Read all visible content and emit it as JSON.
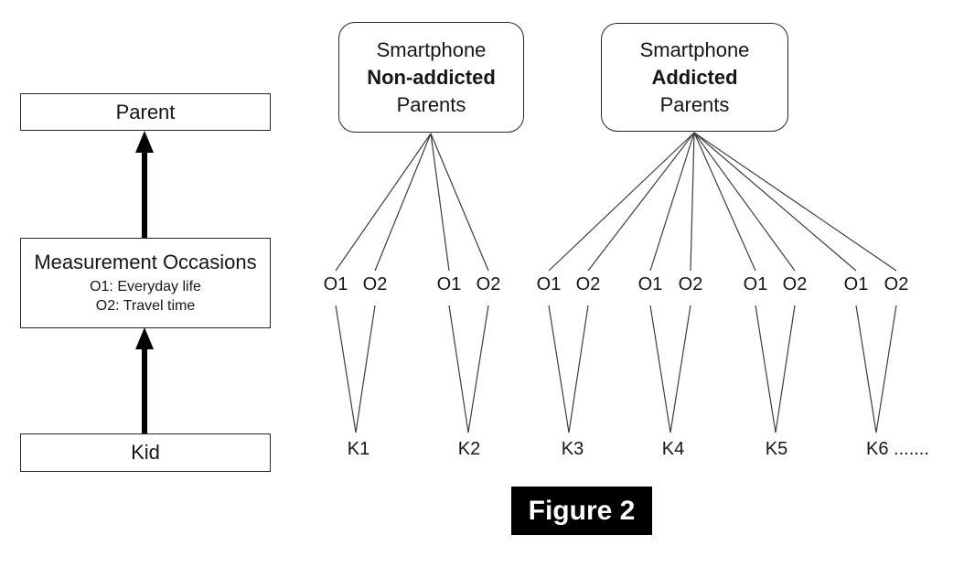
{
  "caption": "Figure 2",
  "left_flow": {
    "parent": "Parent",
    "measurement_title": "Measurement Occasions",
    "measurement_items": [
      "O1: Everyday life",
      "O2: Travel time"
    ],
    "kid": "Kid"
  },
  "groups": [
    {
      "line1": "Smartphone",
      "line2": "Non-addicted",
      "line3": "Parents"
    },
    {
      "line1": "Smartphone",
      "line2": "Addicted",
      "line3": "Parents"
    }
  ],
  "occasions": {
    "o1": "O1",
    "o2": "O2"
  },
  "kids": [
    "K1",
    "K2",
    "K3",
    "K4",
    "K5",
    "K6 ......."
  ]
}
